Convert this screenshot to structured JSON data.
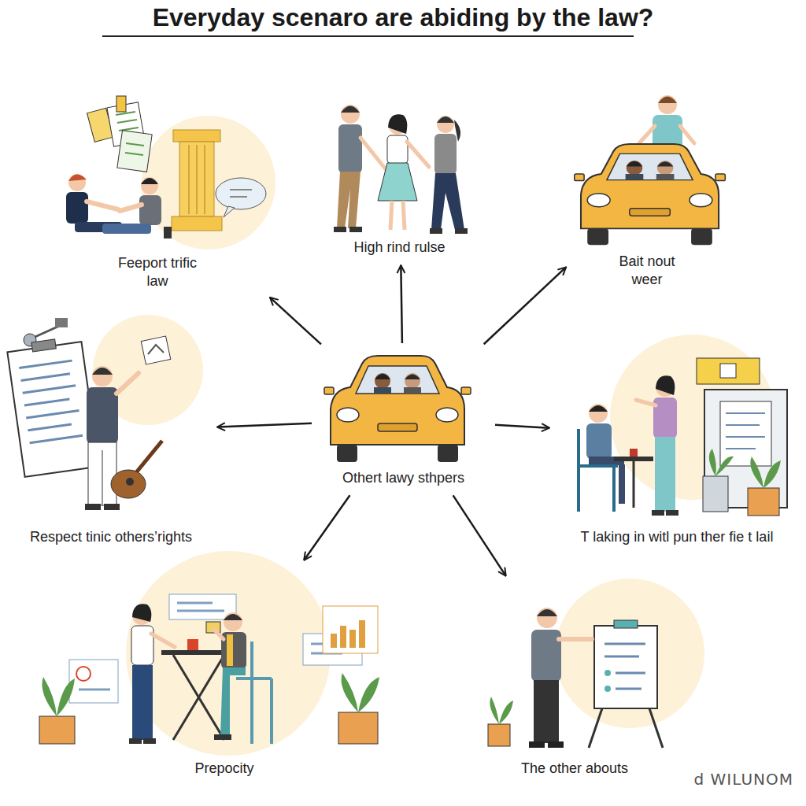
{
  "diagram": {
    "title": "Everyday scenaro are abiding by the law?",
    "nodes": [
      {
        "text": [
          "Feeport trific law"
        ]
      },
      {
        "text": [
          "High rind rulse"
        ]
      },
      {
        "text": [
          "Bait nout weer"
        ]
      },
      {
        "text": [
          "Respect tinic others’rights"
        ]
      },
      {
        "text": [
          "Othert lawy sthpers"
        ]
      },
      {
        "text": [
          "T laking in witl pun ther fie t lail"
        ]
      },
      {
        "text": [
          "Prepocity"
        ]
      },
      {
        "text": [
          "The other abouts"
        ]
      }
    ],
    "edges": [
      {
        "from": 4,
        "to": 0,
        "arrow": "to"
      },
      {
        "from": 4,
        "to": 1,
        "arrow": "to"
      },
      {
        "from": 4,
        "to": 2,
        "arrow": "to"
      },
      {
        "from": 4,
        "to": 3,
        "arrow": "to"
      },
      {
        "from": 4,
        "to": 5,
        "arrow": "to"
      },
      {
        "from": 4,
        "to": 6,
        "arrow": "to"
      },
      {
        "from": 4,
        "to": 7,
        "arrow": "to"
      }
    ],
    "labels": [
      "d WILUNOM"
    ]
  }
}
